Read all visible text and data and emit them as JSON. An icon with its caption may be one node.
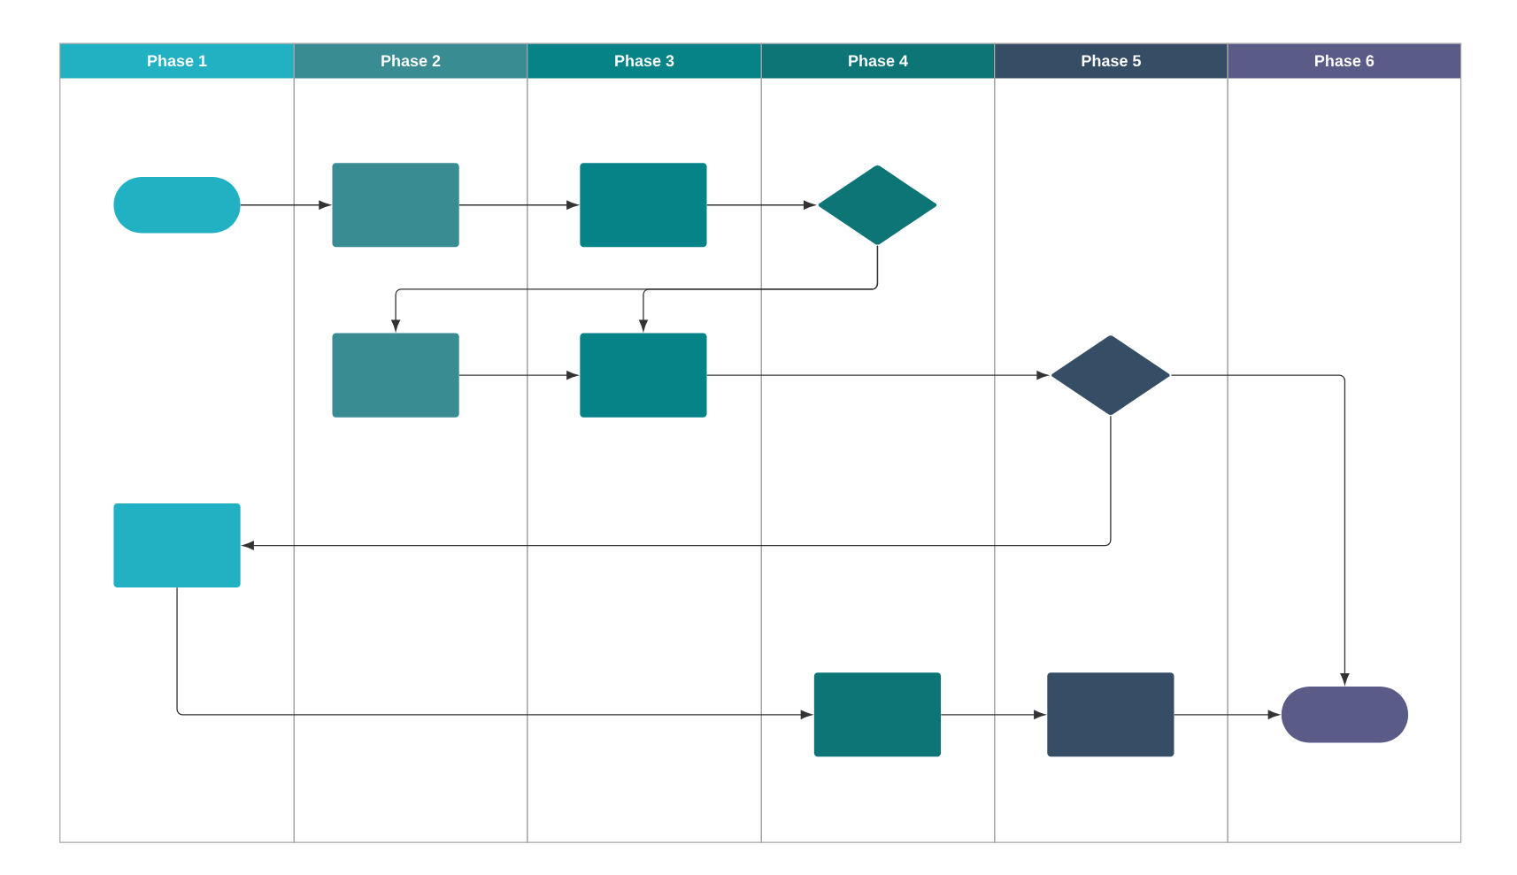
{
  "diagram": {
    "nodes": [
      {
        "text": [
          "Phase 1"
        ]
      },
      {
        "text": [
          "Phase 2"
        ]
      },
      {
        "text": [
          "Phase 3"
        ]
      },
      {
        "text": [
          "Phase 4"
        ]
      },
      {
        "text": [
          "Phase 5"
        ]
      },
      {
        "text": [
          "Phase 6"
        ]
      },
      {
        "text": [],
        "shape": "pill",
        "in": 0
      },
      {
        "text": [],
        "shape": "box",
        "in": 1
      },
      {
        "text": [],
        "shape": "box",
        "in": 2
      },
      {
        "text": [],
        "shape": "diamond",
        "in": 3
      },
      {
        "text": [],
        "shape": "box",
        "in": 1
      },
      {
        "text": [],
        "shape": "box",
        "in": 2
      },
      {
        "text": [],
        "shape": "diamond",
        "in": 4
      },
      {
        "text": [],
        "shape": "box",
        "in": 0
      },
      {
        "text": [],
        "shape": "box",
        "in": 3
      },
      {
        "text": [],
        "shape": "box",
        "in": 4
      },
      {
        "text": [],
        "shape": "pill",
        "in": 5
      }
    ],
    "edges": [
      {
        "from": 6,
        "to": 7,
        "arrow": "to"
      },
      {
        "from": 7,
        "to": 8,
        "arrow": "to"
      },
      {
        "from": 8,
        "to": 9,
        "arrow": "to"
      },
      {
        "from": 9,
        "to": 10,
        "arrow": "to"
      },
      {
        "from": 9,
        "to": 11,
        "arrow": "to"
      },
      {
        "from": 10,
        "to": 11,
        "arrow": "to"
      },
      {
        "from": 11,
        "to": 12,
        "arrow": "to"
      },
      {
        "from": 12,
        "to": 16,
        "arrow": "to"
      },
      {
        "from": 12,
        "to": 13,
        "arrow": "to"
      },
      {
        "from": 13,
        "to": 14,
        "arrow": "to"
      },
      {
        "from": 14,
        "to": 15,
        "arrow": "to"
      },
      {
        "from": 15,
        "to": 16,
        "arrow": "to"
      }
    ]
  }
}
